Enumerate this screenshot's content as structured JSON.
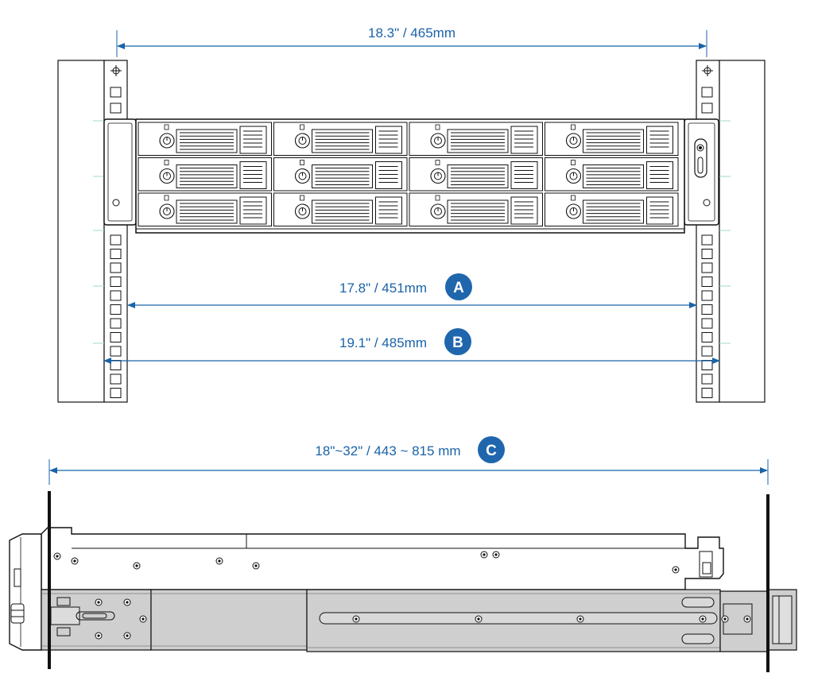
{
  "dimensions": {
    "rail_spacing": {
      "label": "18.3\" / 465mm"
    },
    "a": {
      "label": "17.8\" / 451mm",
      "badge": "A"
    },
    "b": {
      "label": "19.1\" / 485mm",
      "badge": "B"
    },
    "c": {
      "label": "18\"~32\" / 443 ~ 815 mm",
      "badge": "C"
    }
  },
  "colors": {
    "accent": "#1a63a8",
    "badge": "#1f66ad",
    "line": "#111111",
    "rail_fill": "#cfcfcf",
    "guide": "#9fd9cf"
  },
  "front_view": {
    "drive_bays": {
      "rows": 3,
      "cols": 4
    }
  }
}
